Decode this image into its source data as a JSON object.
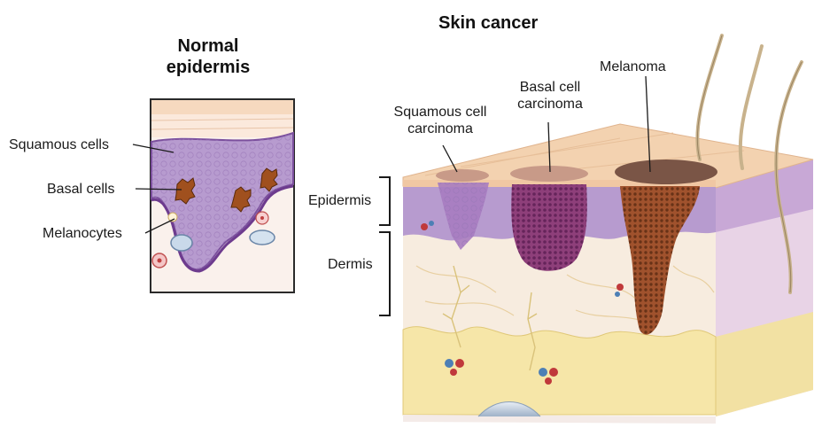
{
  "titles": {
    "normal": "Normal\nepidermis",
    "cancer": "Skin cancer"
  },
  "normal_labels": {
    "squamous": "Squamous cells",
    "basal": "Basal cells",
    "melanocytes": "Melanocytes"
  },
  "layer_labels": {
    "epidermis": "Epidermis",
    "dermis": "Dermis"
  },
  "cancer_labels": {
    "squamous_carcinoma": "Squamous cell\ncarcinoma",
    "basal_carcinoma": "Basal cell\ncarcinoma",
    "melanoma": "Melanoma"
  },
  "colors": {
    "epidermis_purple": "#b79bcf",
    "skin_surface": "#f3d2b0",
    "dermis": "#f7ecdf",
    "fat": "#f6e6a8",
    "melanoma": "#a0522d",
    "basal_tumor": "#8e3f7a",
    "melanocyte": "#a0501e"
  }
}
